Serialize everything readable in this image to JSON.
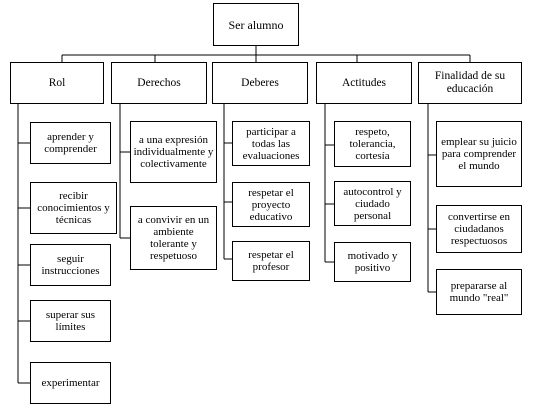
{
  "root": "Ser alumno",
  "categories": [
    {
      "label": "Rol",
      "items": [
        "aprender y comprender",
        "recibir conocimientos y técnicas",
        "seguir instrucciones",
        "superar sus límites",
        "experimentar"
      ]
    },
    {
      "label": "Derechos",
      "items": [
        "a una expresión individualmente y colectivamente",
        "a convivir en un ambiente tolerante y respetuoso"
      ]
    },
    {
      "label": "Deberes",
      "items": [
        "participar a todas las evaluaciones",
        "respetar el proyecto educativo",
        "respetar el profesor"
      ]
    },
    {
      "label": "Actitudes",
      "items": [
        "respeto, tolerancia, cortesía",
        "autocontrol y ciudado personal",
        "motivado y positivo"
      ]
    },
    {
      "label": "Finalidad de su educación",
      "items": [
        "emplear su juicio para comprender el mundo",
        "convertirse en ciudadanos respectuosos",
        "prepararse al mundo \"real\""
      ]
    }
  ]
}
